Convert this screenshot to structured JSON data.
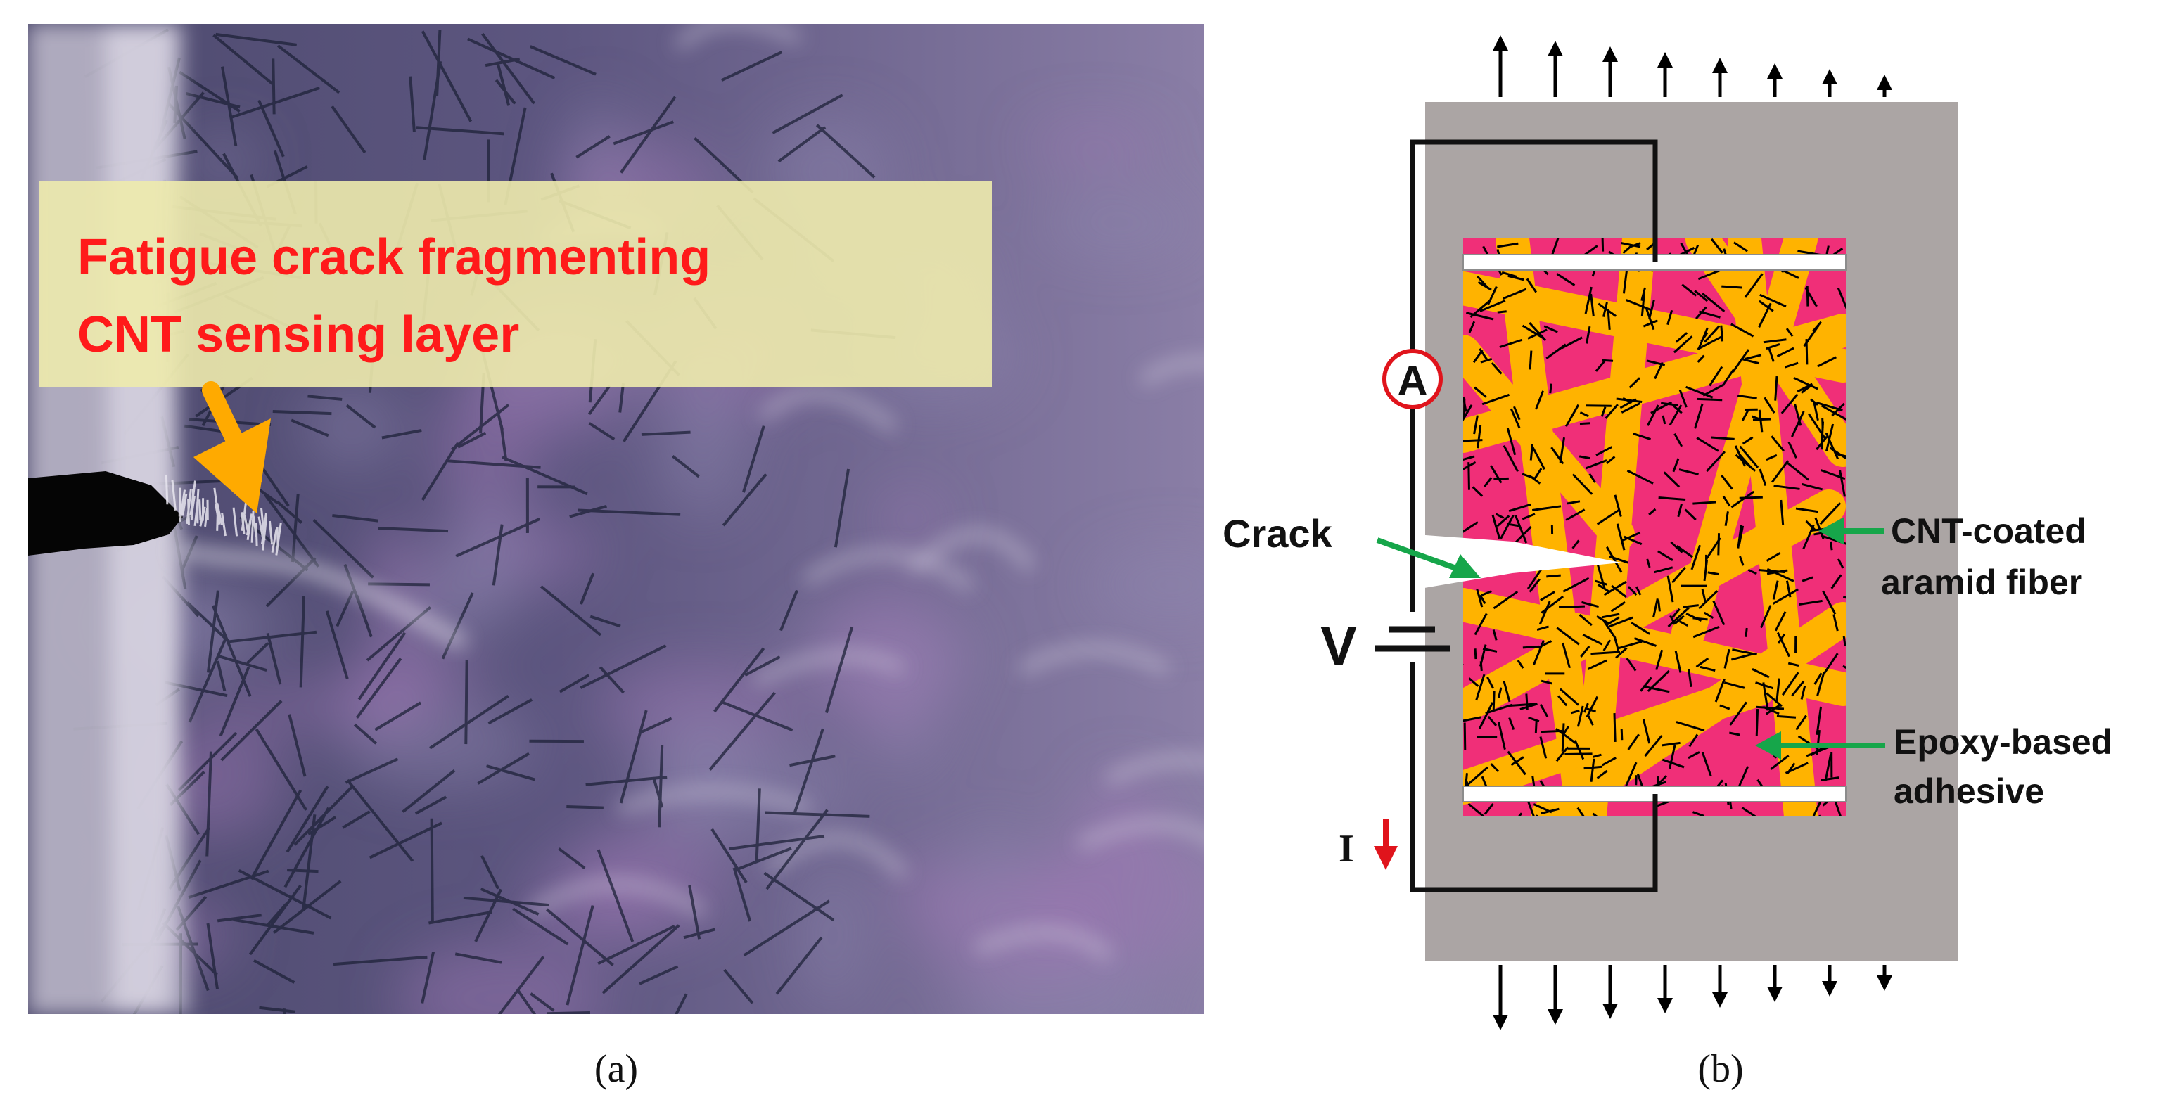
{
  "panel_a": {
    "callout_line1": "Fatigue crack fragmenting",
    "callout_line2": "CNT sensing layer",
    "caption": "(a)",
    "colors": {
      "callout_text": "#ff1a1a",
      "callout_box": "#eeebad",
      "arrow": "#ffaa00",
      "photo_base": "#6f6790"
    }
  },
  "panel_b": {
    "caption": "(b)",
    "ammeter_label": "A",
    "voltage_label": "V",
    "current_label": "I",
    "crack_label": "Crack",
    "fiber_label_line1": "CNT-coated",
    "fiber_label_line2": "aramid fiber",
    "adhesive_label_line1": "Epoxy-based",
    "adhesive_label_line2": "adhesive",
    "colors": {
      "substrate": "#aba5a4",
      "adhesive": "#f02f78",
      "fiber": "#ffb300",
      "nanotube": "#000000",
      "pointer": "#16a64a",
      "current_arrow": "#e0141c",
      "ammeter_ring": "#e0141c"
    }
  }
}
